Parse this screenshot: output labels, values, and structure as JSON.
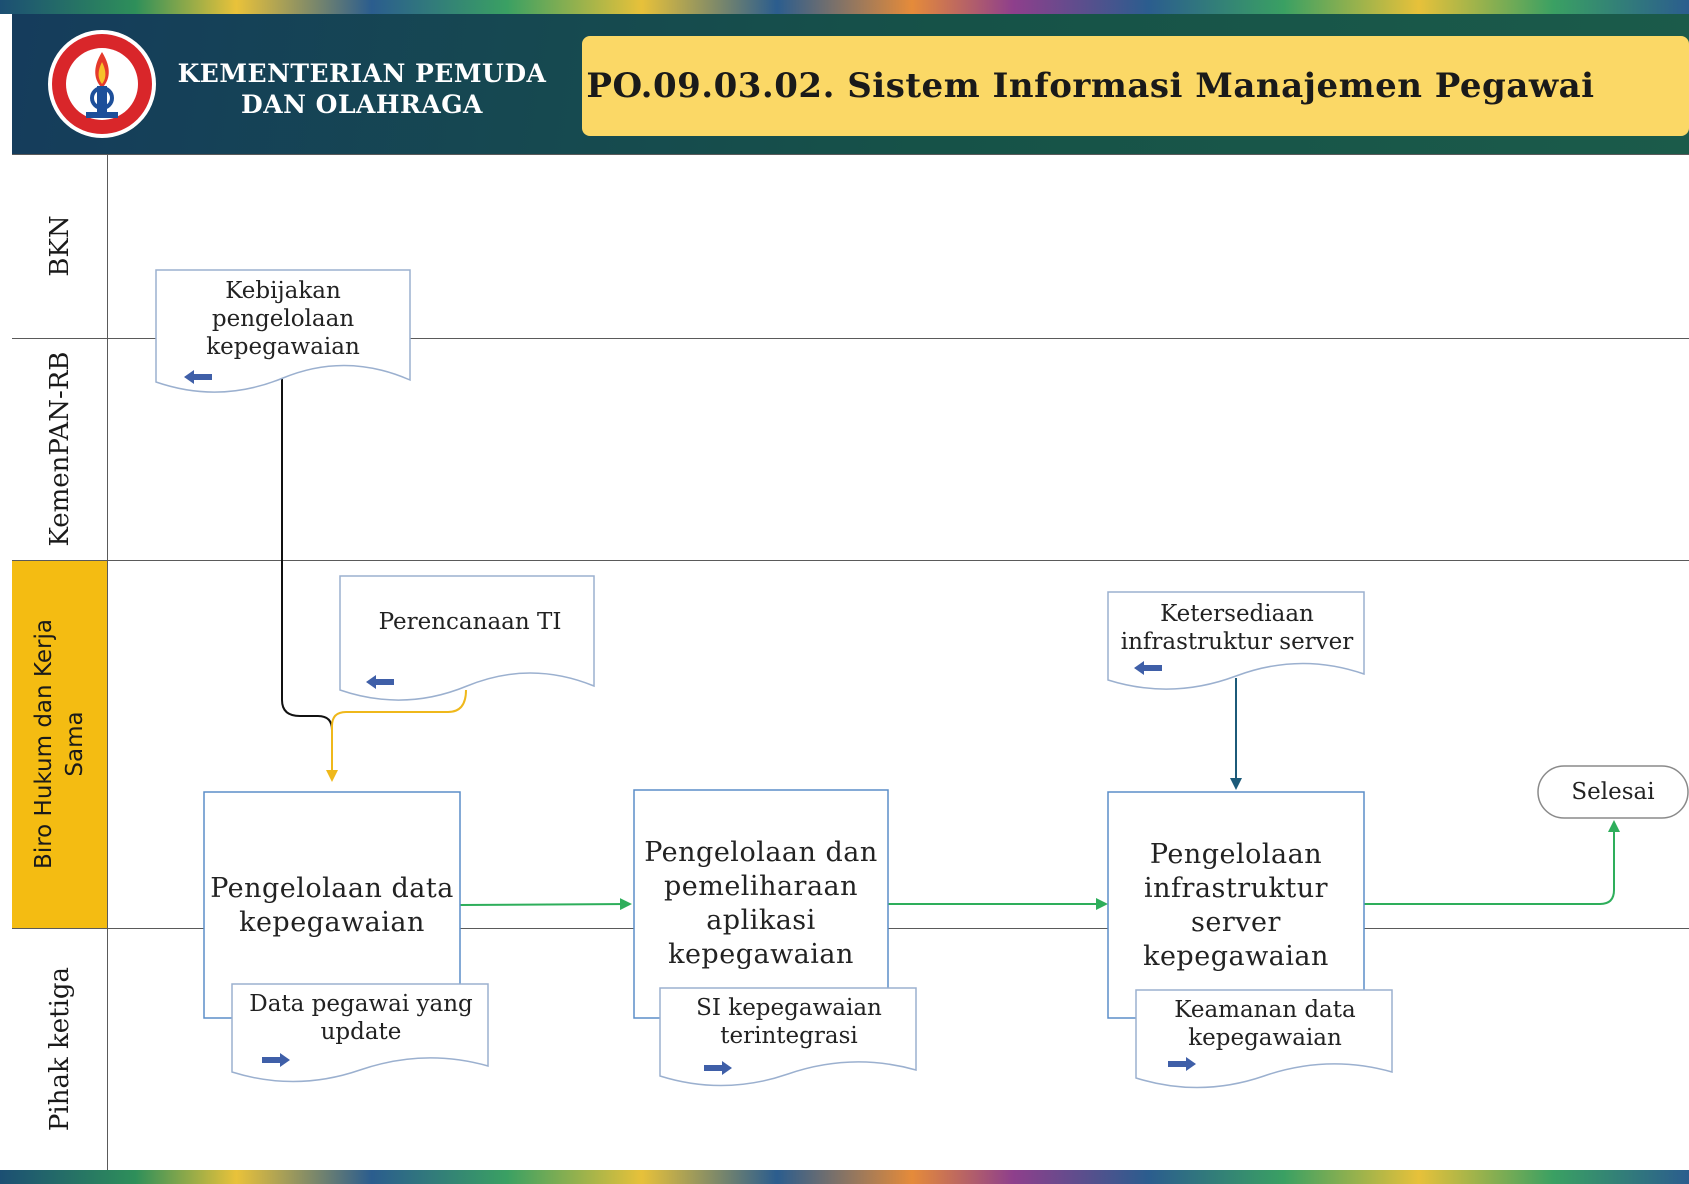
{
  "header": {
    "org_line1": "KEMENTERIAN PEMUDA",
    "org_line2": "DAN OLAHRAGA",
    "title": "PO.09.03.02.  Sistem Informasi Manajemen Pegawai",
    "logo_icon": "kemenpora-emblem-icon",
    "colors": {
      "band": "#165248",
      "title_box": "#fbd866",
      "highlight_lane": "#f4bc12"
    }
  },
  "lanes": [
    {
      "label": "BKN"
    },
    {
      "label": "KemenPAN-RB"
    },
    {
      "label": "Biro Hukum dan Kerja Sama"
    },
    {
      "label": "Pihak ketiga"
    }
  ],
  "documents": {
    "kebijakan": "Kebijakan pengelolaan kepegawaian",
    "perencanaan": "Perencanaan TI",
    "ketersediaan": "Ketersediaan infrastruktur server",
    "data_pegawai": "Data pegawai yang update",
    "si_kepegawaian": "SI kepegawaian terintegrasi",
    "keamanan": "Keamanan data kepegawaian"
  },
  "processes": {
    "p1": "Pengelolaan data kepegawaian",
    "p2": "Pengelolaan dan pemeliharaan aplikasi kepegawaian",
    "p3": "Pengelolaan infrastruktur server kepegawaian"
  },
  "terminator": {
    "end": "Selesai"
  }
}
